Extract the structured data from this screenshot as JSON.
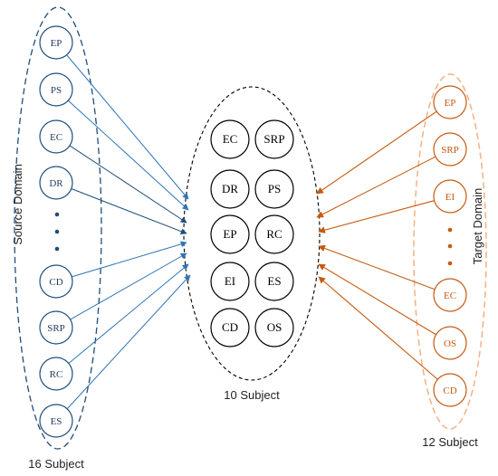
{
  "colors": {
    "source": "#2e75b6",
    "source_dark": "#1f4e79",
    "target": "#c55a11",
    "target_light": "#f4b183",
    "center": "#000000"
  },
  "source": {
    "domain_label": "Source Domain",
    "caption": "16 Subject",
    "nodes": [
      "EP",
      "PS",
      "EC",
      "DR",
      "CD",
      "SRP",
      "RC",
      "ES"
    ]
  },
  "center": {
    "caption": "10 Subject",
    "nodes": [
      "EC",
      "SRP",
      "DR",
      "PS",
      "EP",
      "RC",
      "EI",
      "ES",
      "CD",
      "OS"
    ]
  },
  "target": {
    "domain_label": "Target Domain",
    "caption": "12 Subject",
    "nodes": [
      "EP",
      "SRP",
      "EI",
      "EC",
      "OS",
      "CD"
    ]
  }
}
